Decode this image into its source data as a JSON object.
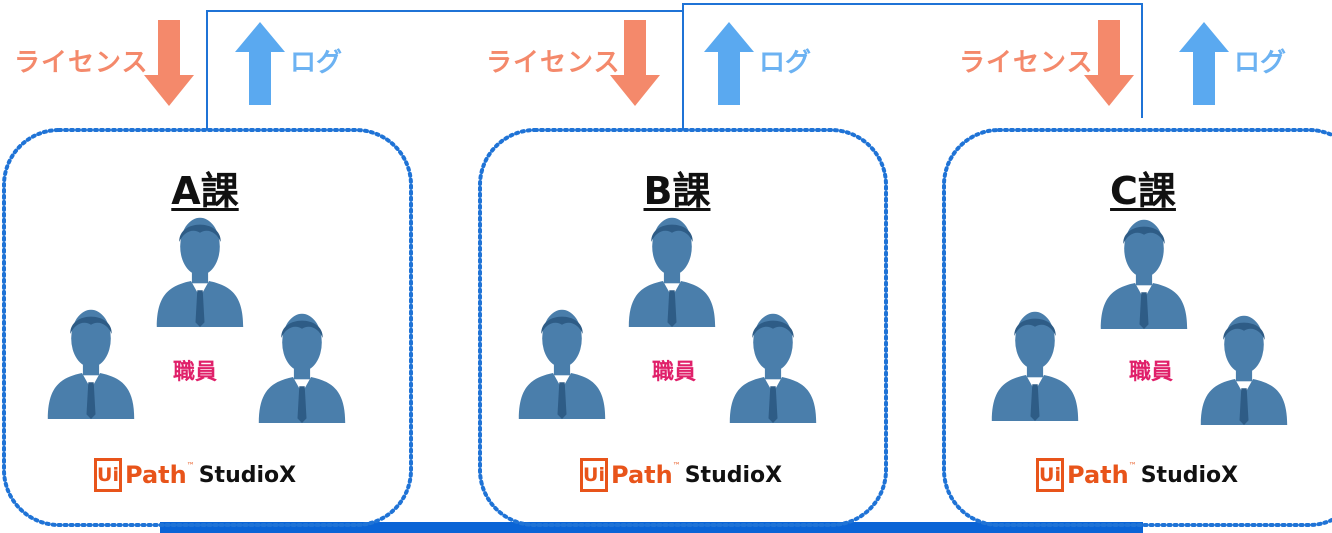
{
  "labels": {
    "license": "ライセンス",
    "log": "ログ",
    "staff": "職員"
  },
  "departments": [
    {
      "title": "A課"
    },
    {
      "title": "B課"
    },
    {
      "title": "C課"
    }
  ],
  "logo": {
    "box": "Ui",
    "path": "Path",
    "tm": "™",
    "product": "StudioX"
  },
  "colors": {
    "license_arrow": "#f4896b",
    "log_arrow": "#5aa9f0",
    "group_border": "#1f73d6",
    "bus_bar": "#0a64d6",
    "person": "#4a7eab",
    "staff_label": "#e0206a",
    "logo": "#e8541a"
  }
}
